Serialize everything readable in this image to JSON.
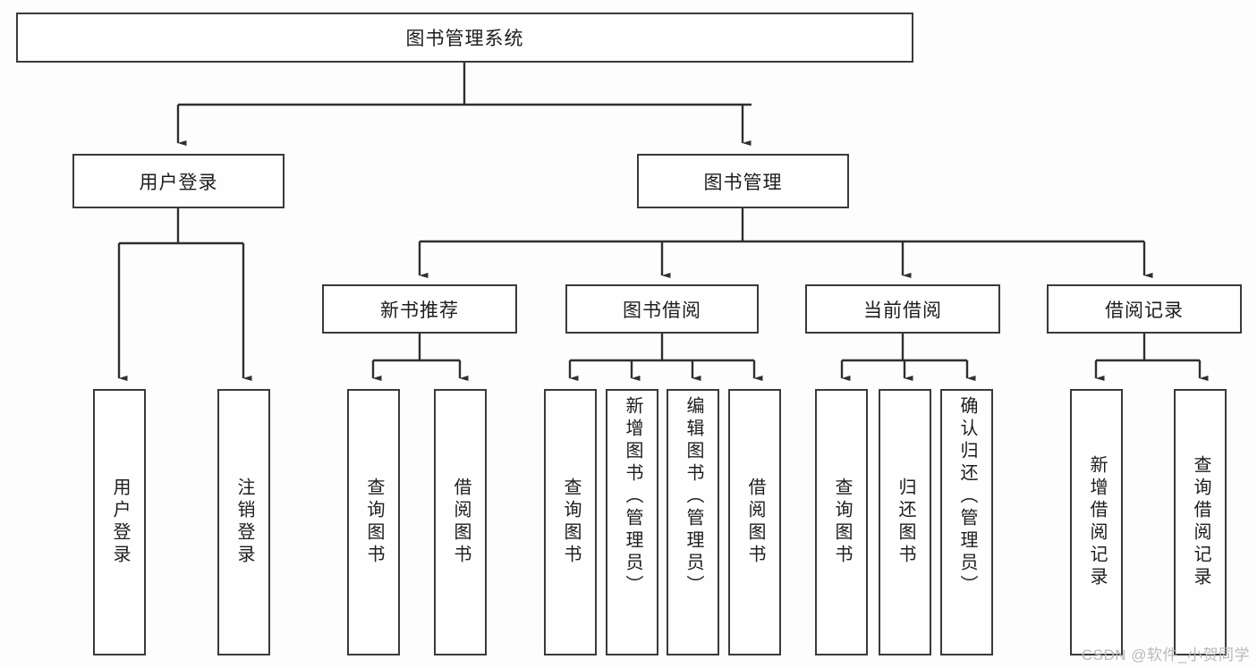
{
  "diagram": {
    "type": "tree",
    "title": "图书管理系统",
    "background": "#fdfdfd",
    "line_color": "#3a3a3a",
    "box_fill": "#fefefe",
    "text_color": "#1d1d1d",
    "watermark": "CSDN @软件_小贺同学",
    "nodes": {
      "root": {
        "label": "图书管理系统"
      },
      "level2": [
        {
          "label": "用户登录"
        },
        {
          "label": "图书管理"
        }
      ],
      "level3": [
        {
          "label": "新书推荐"
        },
        {
          "label": "图书借阅"
        },
        {
          "label": "当前借阅"
        },
        {
          "label": "借阅记录"
        }
      ],
      "leaves_user_login": [
        {
          "label": "用户登录"
        },
        {
          "label": "注销登录"
        }
      ],
      "leaves_new_book": [
        {
          "label": "查询图书"
        },
        {
          "label": "借阅图书"
        }
      ],
      "leaves_borrow": [
        {
          "label": "查询图书"
        },
        {
          "label": "新增图书（管理员）"
        },
        {
          "label": "编辑图书（管理员）"
        },
        {
          "label": "借阅图书"
        }
      ],
      "leaves_current": [
        {
          "label": "查询图书"
        },
        {
          "label": "归还图书"
        },
        {
          "label": "确认归还（管理员）"
        }
      ],
      "leaves_records": [
        {
          "label": "新增借阅记录"
        },
        {
          "label": "查询借阅记录"
        }
      ]
    }
  }
}
